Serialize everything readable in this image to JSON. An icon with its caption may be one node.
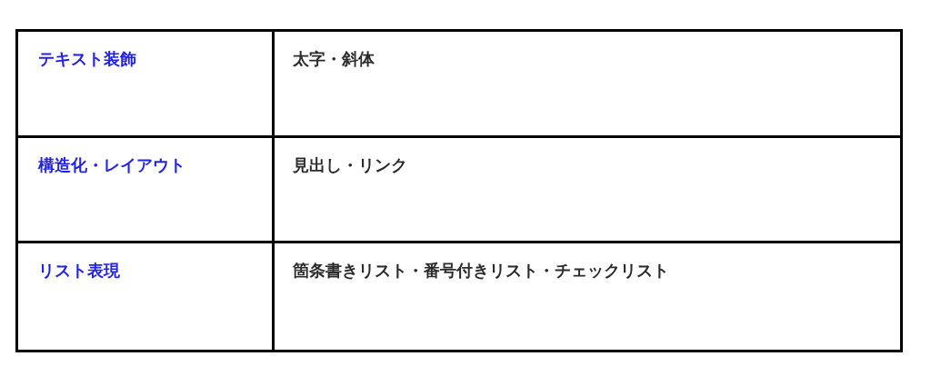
{
  "diagram": {
    "labels": [
      "テキスト装飾",
      "太字・斜体",
      "構造化・レイアウト",
      "見出し・リンク",
      "リスト表現",
      "箇条書きリスト・番号付きリスト・チェックリスト"
    ]
  }
}
